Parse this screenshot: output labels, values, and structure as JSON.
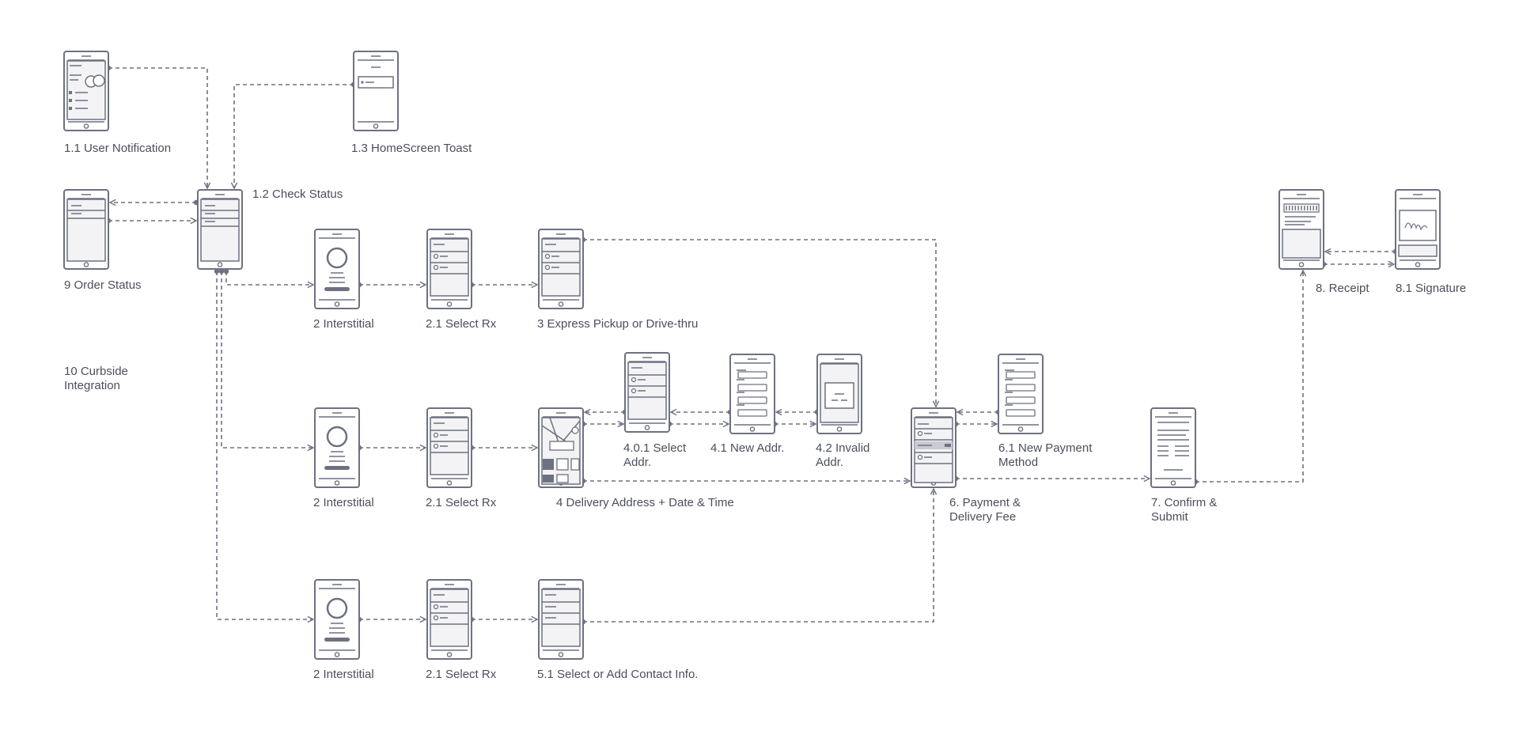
{
  "nodes": [
    {
      "id": "n11",
      "label": "1.1 User Notification",
      "kind": "notification"
    },
    {
      "id": "n13",
      "label": "1.3 HomeScreen Toast",
      "kind": "toast"
    },
    {
      "id": "n12",
      "label": "1.2 Check Status",
      "kind": "list"
    },
    {
      "id": "n9",
      "label": "9 Order Status",
      "kind": "list2"
    },
    {
      "id": "n10",
      "label": "10 Curbside\nIntegration",
      "kind": "text"
    },
    {
      "id": "n2a",
      "label": "2 Interstitial",
      "kind": "interstitial"
    },
    {
      "id": "n21a",
      "label": "2.1 Select Rx",
      "kind": "select"
    },
    {
      "id": "n3",
      "label": "3 Express Pickup or Drive-thru",
      "kind": "select"
    },
    {
      "id": "n2b",
      "label": "2 Interstitial",
      "kind": "interstitial"
    },
    {
      "id": "n21b",
      "label": "2.1 Select Rx",
      "kind": "select"
    },
    {
      "id": "n4",
      "label": "4 Delivery Address + Date & Time",
      "kind": "map"
    },
    {
      "id": "n401",
      "label": "4.0.1 Select\nAddr.",
      "kind": "select"
    },
    {
      "id": "n41",
      "label": "4.1 New Addr.",
      "kind": "form"
    },
    {
      "id": "n42",
      "label": "4.2 Invalid\nAddr.",
      "kind": "alert"
    },
    {
      "id": "n6",
      "label": "6. Payment &\nDelivery Fee",
      "kind": "payment"
    },
    {
      "id": "n61",
      "label": "6.1 New Payment\nMethod",
      "kind": "form"
    },
    {
      "id": "n7",
      "label": "7. Confirm &\nSubmit",
      "kind": "confirm"
    },
    {
      "id": "n8",
      "label": "8. Receipt",
      "kind": "receipt"
    },
    {
      "id": "n81",
      "label": "8.1 Signature",
      "kind": "signature"
    },
    {
      "id": "n2c",
      "label": "2 Interstitial",
      "kind": "interstitial"
    },
    {
      "id": "n21c",
      "label": "2.1 Select Rx",
      "kind": "select"
    },
    {
      "id": "n51",
      "label": "5.1 Select or Add Contact Info.",
      "kind": "contact"
    }
  ],
  "edges": [
    {
      "from": "n11",
      "to": "n12"
    },
    {
      "from": "n13",
      "to": "n12"
    },
    {
      "from": "n12",
      "to": "n9"
    },
    {
      "from": "n9",
      "to": "n12"
    },
    {
      "from": "n12",
      "to": "n2a"
    },
    {
      "from": "n2a",
      "to": "n21a"
    },
    {
      "from": "n21a",
      "to": "n3"
    },
    {
      "from": "n3",
      "to": "n6"
    },
    {
      "from": "n12",
      "to": "n2b"
    },
    {
      "from": "n2b",
      "to": "n21b"
    },
    {
      "from": "n21b",
      "to": "n4"
    },
    {
      "from": "n401",
      "to": "n4"
    },
    {
      "from": "n4",
      "to": "n401"
    },
    {
      "from": "n41",
      "to": "n401"
    },
    {
      "from": "n401",
      "to": "n41"
    },
    {
      "from": "n42",
      "to": "n41"
    },
    {
      "from": "n41",
      "to": "n42"
    },
    {
      "from": "n4",
      "to": "n6"
    },
    {
      "from": "n6",
      "to": "n61"
    },
    {
      "from": "n61",
      "to": "n6"
    },
    {
      "from": "n6",
      "to": "n7"
    },
    {
      "from": "n7",
      "to": "n8"
    },
    {
      "from": "n81",
      "to": "n8"
    },
    {
      "from": "n8",
      "to": "n81"
    },
    {
      "from": "n12",
      "to": "n2c"
    },
    {
      "from": "n2c",
      "to": "n21c"
    },
    {
      "from": "n21c",
      "to": "n51"
    },
    {
      "from": "n51",
      "to": "n6"
    }
  ]
}
